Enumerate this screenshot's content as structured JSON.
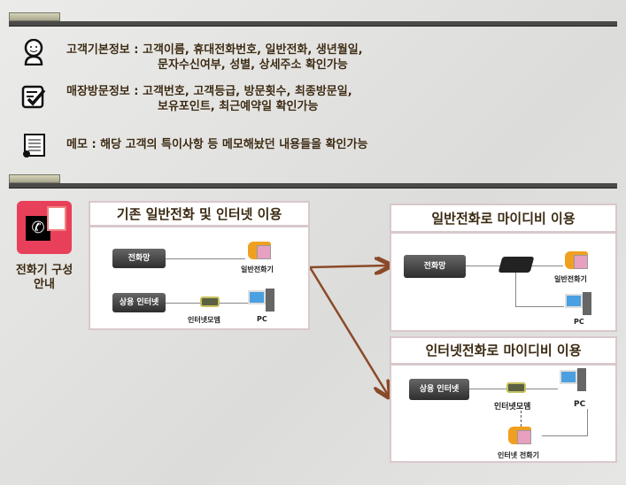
{
  "info": [
    {
      "icon": "smiley-person-icon",
      "line1": "고객기본정보 : 고객이름, 휴대전화번호, 일반전화, 생년월일,",
      "line2": "문자수신여부, 성별, 상세주소 확인가능"
    },
    {
      "icon": "checklist-icon",
      "line1": "매장방문정보 : 고객번호, 고객등급, 방문횟수, 최종방문일,",
      "line2": "보유포인트, 최근예약일 확인가능"
    },
    {
      "icon": "memo-icon",
      "line1": "메모 : 해당 고객의 특이사항 등 메모해놨던 내용들을 확인가능"
    }
  ],
  "guide": {
    "title": "전화기 구성 안내",
    "icon": "phone-document-icon",
    "accent": "#e8405a"
  },
  "box1": {
    "title": "기존 일반전화 및 인터넷 이용",
    "node1": "전화망",
    "phone": "일반전화기",
    "node2": "상용 인터넷",
    "modem": "인터넷모뎀",
    "pc": "PC"
  },
  "box2": {
    "title": "일반전화로 마이디비 이용",
    "node1": "전화망",
    "phone": "일반전화기",
    "pc": "PC"
  },
  "box3": {
    "title": "인터넷전화로 마이디비 이용",
    "node1": "상용 인터넷",
    "modem": "인터넷모뎀",
    "pc": "PC",
    "phone": "인터넷 전화기"
  },
  "colors": {
    "arrow": "#8a4a28",
    "text": "#3b2a12"
  }
}
